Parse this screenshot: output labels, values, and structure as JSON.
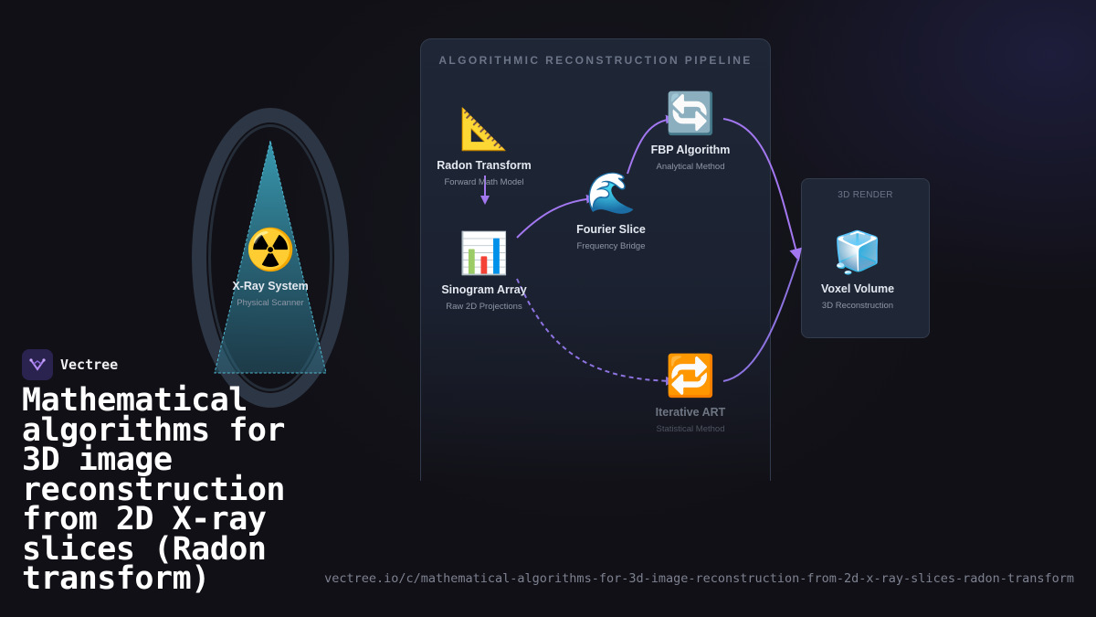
{
  "brand": {
    "name": "Vectree"
  },
  "headline": "Mathematical algorithms for 3D image reconstruction from 2D X-ray slices (Radon transform)",
  "footer_url": "vectree.io/c/mathematical-algorithms-for-3d-image-reconstruction-from-2d-x-ray-slices-radon-transform",
  "scanner": {
    "icon": "☢️",
    "title": "X-Ray System",
    "subtitle": "Physical Scanner"
  },
  "pipeline": {
    "title": "ALGORITHMIC RECONSTRUCTION PIPELINE",
    "nodes": {
      "radon": {
        "icon": "📐",
        "title": "Radon Transform",
        "subtitle": "Forward Math Model"
      },
      "sinogram": {
        "icon": "📊",
        "title": "Sinogram Array",
        "subtitle": "Raw 2D Projections"
      },
      "fourier": {
        "icon": "🌊",
        "title": "Fourier Slice",
        "subtitle": "Frequency Bridge"
      },
      "fbp": {
        "icon": "🔄",
        "title": "FBP Algorithm",
        "subtitle": "Analytical Method"
      },
      "art": {
        "icon": "🔁",
        "title": "Iterative ART",
        "subtitle": "Statistical Method"
      }
    }
  },
  "render": {
    "title": "3D RENDER",
    "node": {
      "icon": "🧊",
      "title": "Voxel Volume",
      "subtitle": "3D Reconstruction"
    }
  },
  "colors": {
    "background": "#111016",
    "panel": "#1f2737",
    "arrow_primary": "#a277f0",
    "arrow_secondary": "#8d73e0",
    "beam": "#3aa0b8"
  }
}
